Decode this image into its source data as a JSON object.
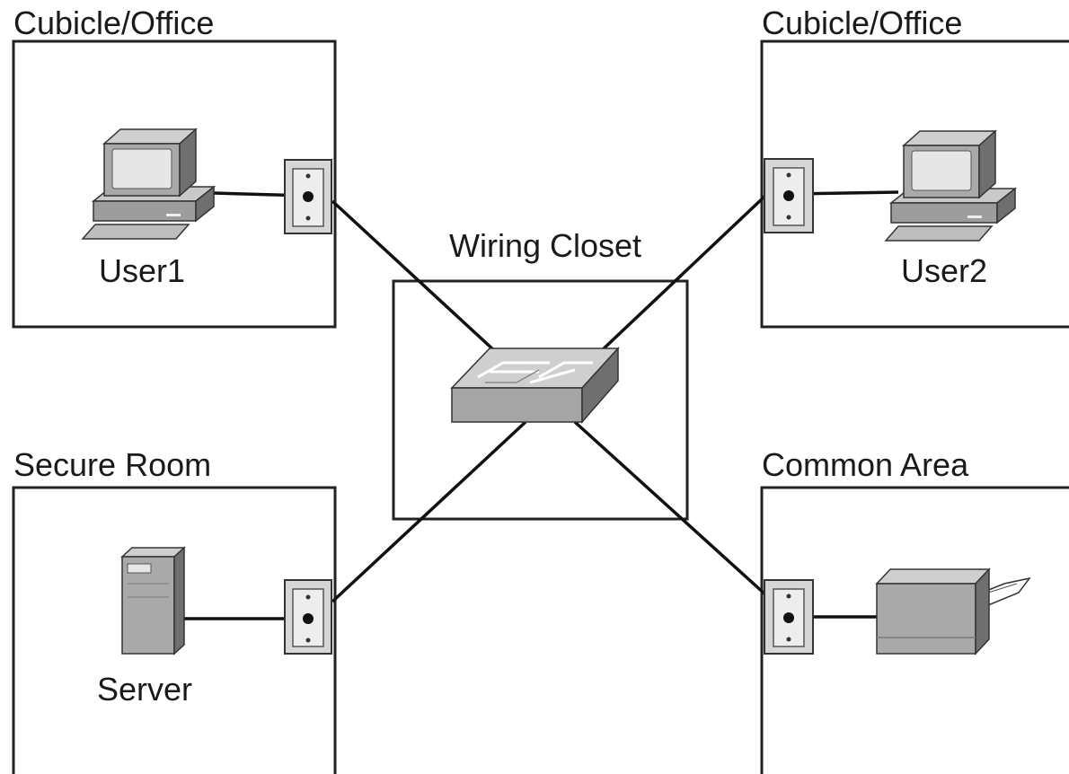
{
  "rooms": {
    "top_left_title": "Cubicle/Office",
    "top_right_title": "Cubicle/Office",
    "bottom_left_title": "Secure Room",
    "bottom_right_title": "Common Area",
    "center_title": "Wiring Closet"
  },
  "devices": {
    "user1_label": "User1",
    "user2_label": "User2",
    "server_label": "Server"
  },
  "colors": {
    "line": "#111111",
    "device_face": "#a9a9a9",
    "device_shadow": "#6f6f6f",
    "device_highlight": "#cfcfcf",
    "screen": "#e6e6e6"
  }
}
